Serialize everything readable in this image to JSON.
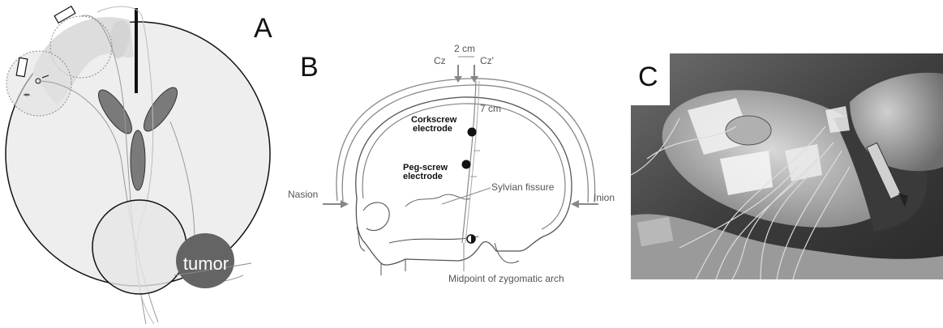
{
  "panel_a": {
    "letter": "A",
    "tumor_label": "tumor"
  },
  "panel_b": {
    "letter": "B",
    "cz": "Cz",
    "distance_2cm": "2 cm",
    "cz_prime": "Cz'",
    "distance_7cm": "7 cm",
    "corkscrew_line1": "Corkscrew",
    "corkscrew_line2": "electrode",
    "pegscrew_line1": "Peg-screw",
    "pegscrew_line2": "electrode",
    "sylvian": "Sylvian fissure",
    "nasion": "Nasion",
    "inion": "Inion",
    "zygomatic": "Midpoint of zygomatic arch"
  },
  "panel_c": {
    "letter": "C"
  }
}
